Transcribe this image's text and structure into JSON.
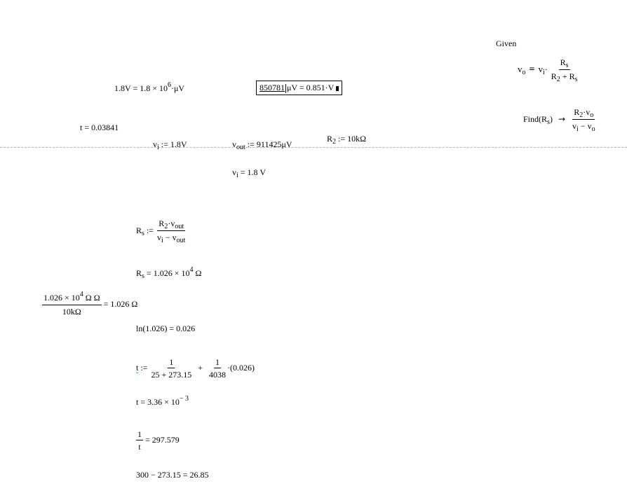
{
  "given_label": "Given",
  "given_eq": {
    "lhs": "v",
    "lhs_sub": "o",
    "rhs_v": "v",
    "rhs_v_sub": "i",
    "num": "R",
    "num_sub": "s",
    "den_a": "R",
    "den_a_sub": "2",
    "den_plus": "+",
    "den_b": "R",
    "den_b_sub": "s"
  },
  "find_eq": {
    "func": "Find",
    "arg": "R",
    "arg_sub": "s",
    "num_a": "R",
    "num_a_sub": "2",
    "num_b": "v",
    "num_b_sub": "o",
    "den_a": "v",
    "den_a_sub": "i",
    "den_minus": "−",
    "den_b": "v",
    "den_b_sub": "o"
  },
  "conv1": {
    "lhs": "1.8V = 1.8 × 10",
    "exp": "6",
    "unit": "·μV"
  },
  "conv2": {
    "value": "850781",
    "unit": "μV = 0.851·V"
  },
  "t_initial": "t = 0.03841",
  "vi_def": {
    "sym": "v",
    "sub": "i",
    "rest": " := 1.8V"
  },
  "vout_def": {
    "sym": "v",
    "sub": "out",
    "rest": " := 911425μV"
  },
  "r2_def": {
    "sym": "R",
    "sub": "2",
    "rest": " := 10kΩ"
  },
  "vi_eval": {
    "sym": "v",
    "sub": "i",
    "rest": " = 1.8 V"
  },
  "rs_def": {
    "lhs": "R",
    "lhs_sub": "s",
    "op": ":=",
    "num_a": "R",
    "num_a_sub": "2",
    "num_b": "v",
    "num_b_sub": "out",
    "den_a": "v",
    "den_a_sub": "i",
    "den_minus": "−",
    "den_b": "v",
    "den_b_sub": "out"
  },
  "rs_eval": {
    "lhs": "R",
    "lhs_sub": "s",
    "rest": " = 1.026 × 10",
    "exp": "4",
    "unit": " Ω"
  },
  "ratio": {
    "num": "1.026 × 10",
    "num_exp": "4",
    "num_unit": " Ω Ω",
    "den": "10kΩ",
    "result": "= 1.026 Ω"
  },
  "ln_eval": "ln(1.026) = 0.026",
  "t_def": {
    "lhs": "t",
    "op": ":=",
    "f1_num": "1",
    "f1_den": "25 + 273.15",
    "plus": "+",
    "f2_num": "1",
    "f2_den": "4038",
    "tail": "·(0.026)"
  },
  "t_eval": {
    "text": "t = 3.36 × 10",
    "exp": "− 3"
  },
  "inv_t": {
    "num": "1",
    "den": "t",
    "result": "= 297.579"
  },
  "final_calc": "300 − 273.15 = 26.85"
}
